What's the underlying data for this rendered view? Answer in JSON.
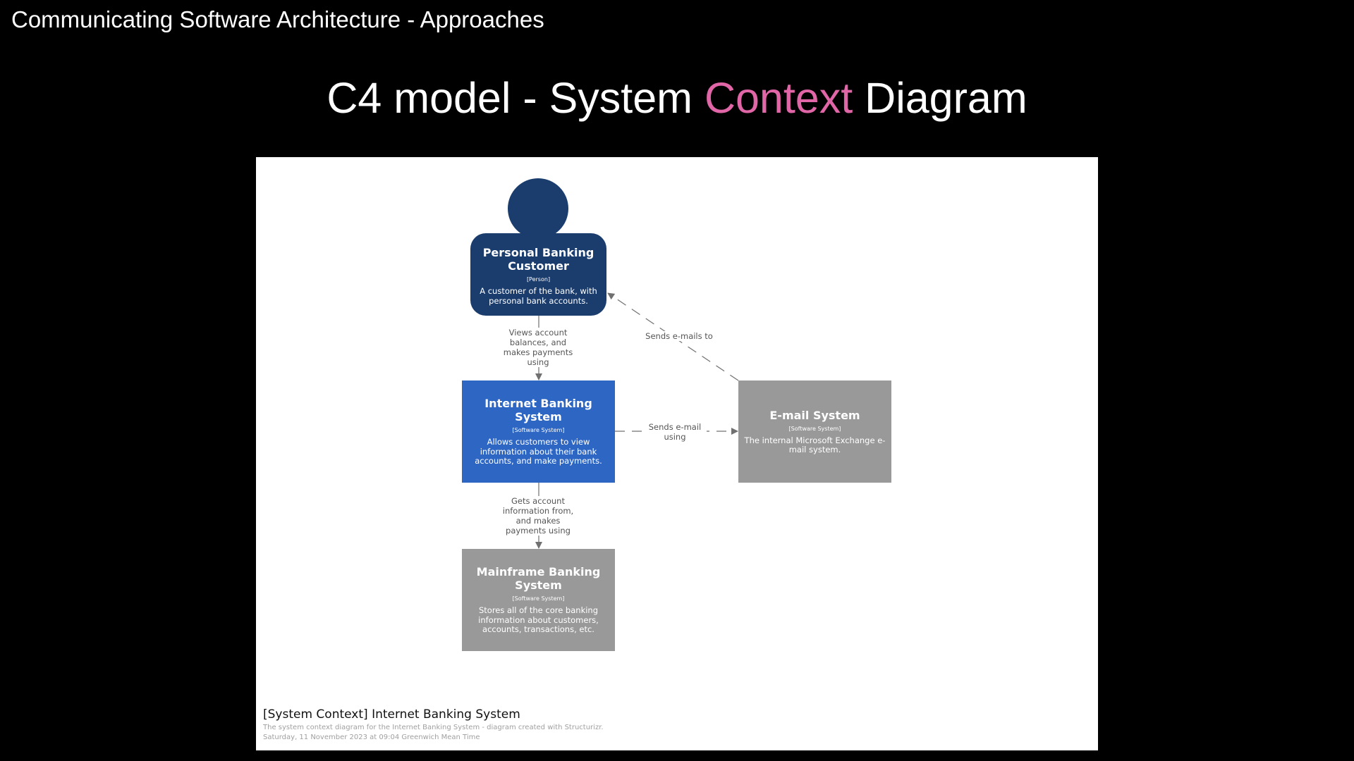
{
  "section_title": "Communicating Software Architecture - Approaches",
  "slide_title": {
    "before": "C4 model - System ",
    "accent": "Context",
    "after": " Diagram",
    "accent_color": "#e066a8"
  },
  "diagram": {
    "elements": {
      "customer": {
        "name": "Personal Banking Customer",
        "kind": "[Person]",
        "description": "A customer of the bank, with personal bank accounts.",
        "color": "#1b3d6e"
      },
      "internet_banking": {
        "name": "Internet Banking System",
        "kind": "[Software System]",
        "description": "Allows customers to view information about their bank accounts, and make payments.",
        "color": "#2e66c4"
      },
      "email": {
        "name": "E-mail System",
        "kind": "[Software System]",
        "description": "The internal Microsoft Exchange e-mail system.",
        "color": "#999999"
      },
      "mainframe": {
        "name": "Mainframe Banking System",
        "kind": "[Software System]",
        "description": "Stores all of the core banking information about customers, accounts, transactions, etc.",
        "color": "#999999"
      }
    },
    "relationships": {
      "customer_to_ibs": "Views account balances, and makes payments using",
      "email_to_customer": "Sends e-mails to",
      "ibs_to_email": "Sends e-mail using",
      "ibs_to_mainframe": "Gets account information from, and makes payments using"
    },
    "footer": {
      "title": "[System Context] Internet Banking System",
      "description": "The system context diagram for the Internet Banking System - diagram created with Structurizr.",
      "date": "Saturday, 11 November 2023 at 09:04 Greenwich Mean Time"
    }
  }
}
